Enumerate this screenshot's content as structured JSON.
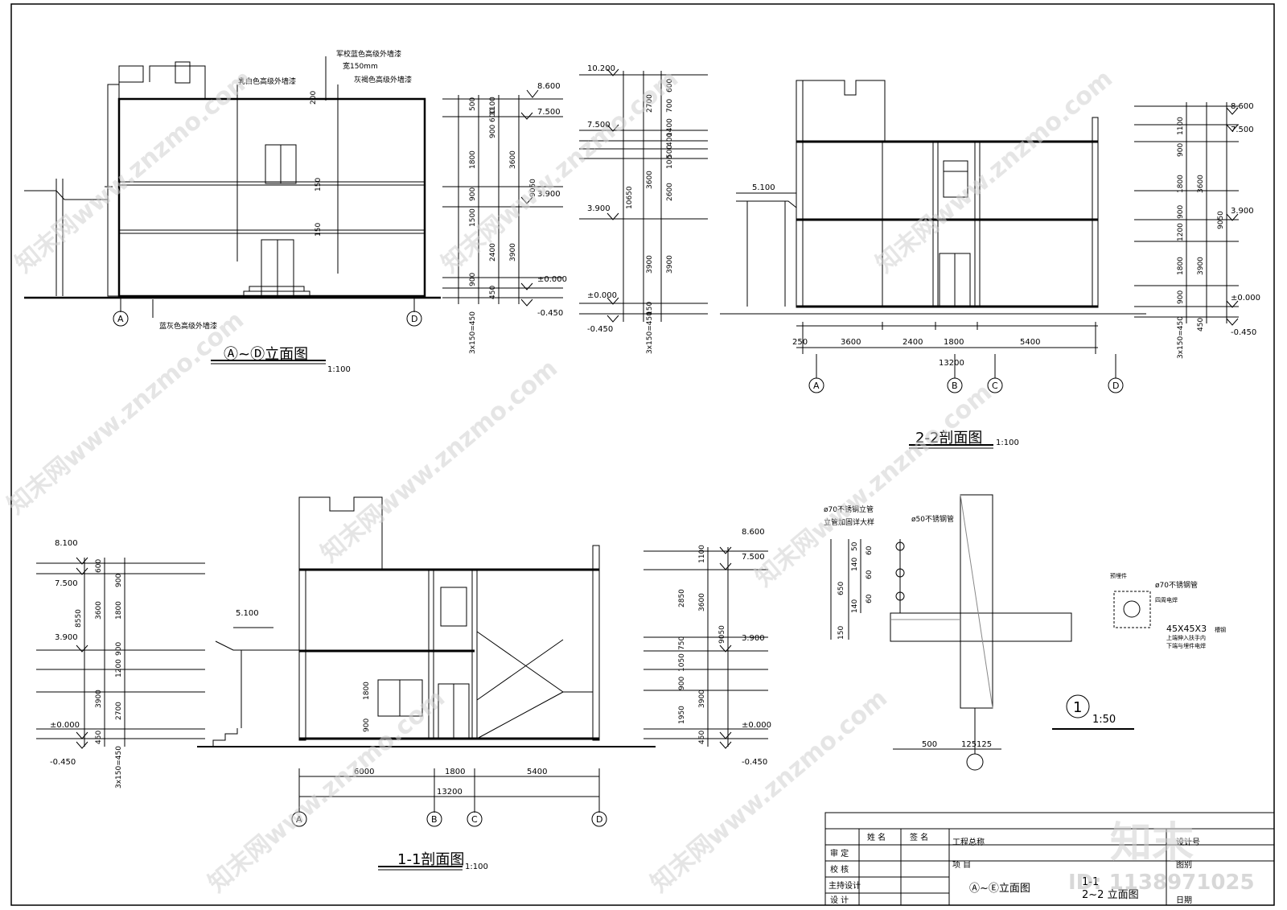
{
  "elevation_ad": {
    "title": "Ⓐ~Ⓓ立面图",
    "scale": "1:100",
    "notes": [
      "军校蓝色高级外墙漆",
      "宽150mm",
      "乳白色高级外墙漆",
      "灰褐色高级外墙漆",
      "蓝灰色高级外墙漆"
    ],
    "band_dims": [
      "200",
      "150",
      "150"
    ],
    "axes": [
      "A",
      "D"
    ],
    "right_levels": [
      "8.600",
      "7.500",
      "3.900",
      "±0.000",
      "-0.450"
    ],
    "right_dims_a": [
      "500",
      "1100",
      "600",
      "900",
      "1800",
      "3600",
      "900",
      "1500",
      "3900",
      "2400",
      "900",
      "450"
    ],
    "right_dim_total": "9050",
    "step_note": "3x150=450"
  },
  "section_22": {
    "title": "2-2剖面图",
    "scale": "1:100",
    "left_levels": [
      "10.200",
      "7.500",
      "3.900",
      "±0.000",
      "-0.450"
    ],
    "left_dims": [
      "600",
      "700",
      "2700",
      "1400",
      "400",
      "500",
      "100",
      "3600",
      "2600",
      "10650",
      "3900",
      "3900",
      "150"
    ],
    "step_note": "3x150=450",
    "canopy_level": "5.100",
    "right_levels": [
      "8.600",
      "7.500",
      "3.900",
      "±0.000",
      "-0.450"
    ],
    "right_dims": [
      "1100",
      "900",
      "1800",
      "3600",
      "900",
      "1200",
      "9050",
      "1800",
      "3900",
      "900",
      "450"
    ],
    "bottom_dims": [
      "250",
      "3600",
      "2400",
      "1800",
      "5400"
    ],
    "bottom_total": "13200",
    "axes": [
      "A",
      "B",
      "C",
      "D"
    ]
  },
  "section_11": {
    "title": "1-1剖面图",
    "scale": "1:100",
    "left_levels": [
      "8.100",
      "7.500",
      "3.900",
      "±0.000",
      "-0.450"
    ],
    "left_dims": [
      "600",
      "900",
      "3600",
      "1800",
      "8550",
      "900",
      "1200",
      "3900",
      "2700",
      "450"
    ],
    "step_note": "3x150=450",
    "canopy_level": "5.100",
    "window_dims": [
      "1800",
      "900"
    ],
    "right_levels": [
      "8.600",
      "7.500",
      "3.900",
      "±0.000",
      "-0.450"
    ],
    "right_dims": [
      "1100",
      "2850",
      "3600",
      "9050",
      "750",
      "1050",
      "900",
      "3900",
      "1950",
      "450"
    ],
    "bottom_dims": [
      "6000",
      "1800",
      "5400"
    ],
    "bottom_total": "13200",
    "axes": [
      "A",
      "B",
      "C",
      "D"
    ]
  },
  "detail_1": {
    "notes": [
      "ø70不锈钢立管",
      "立管加固详大样",
      "ø50不锈钢管"
    ],
    "dims_v": [
      "650",
      "150",
      "140",
      "140",
      "50",
      "60",
      "60",
      "60"
    ],
    "dims_h": [
      "500",
      "125",
      "125"
    ],
    "label": "1",
    "scale": "1:50",
    "pipe_notes": [
      "预埋件",
      "ø70不锈钢管",
      "四周电焊",
      "45X45X3",
      "槽钢",
      "上端伸入扶手内",
      "下端与埋件电焊"
    ]
  },
  "title_block": {
    "col_name": "姓 名",
    "col_sign": "签 名",
    "project_label": "工程总称",
    "design_no": "设计号",
    "rows": [
      "审 定",
      "校 核",
      "主持设计",
      "设 计"
    ],
    "item_label": "项 目",
    "drawing_type": "图别",
    "date": "日期",
    "drawing_name": "Ⓐ~Ⓔ立面图",
    "drawing_name2": "1-1",
    "drawing_name3": "2~2 立面图"
  },
  "watermark": {
    "site": "知末网www.znzmo.com",
    "logo": "知末",
    "id": "ID: 1138971025"
  }
}
